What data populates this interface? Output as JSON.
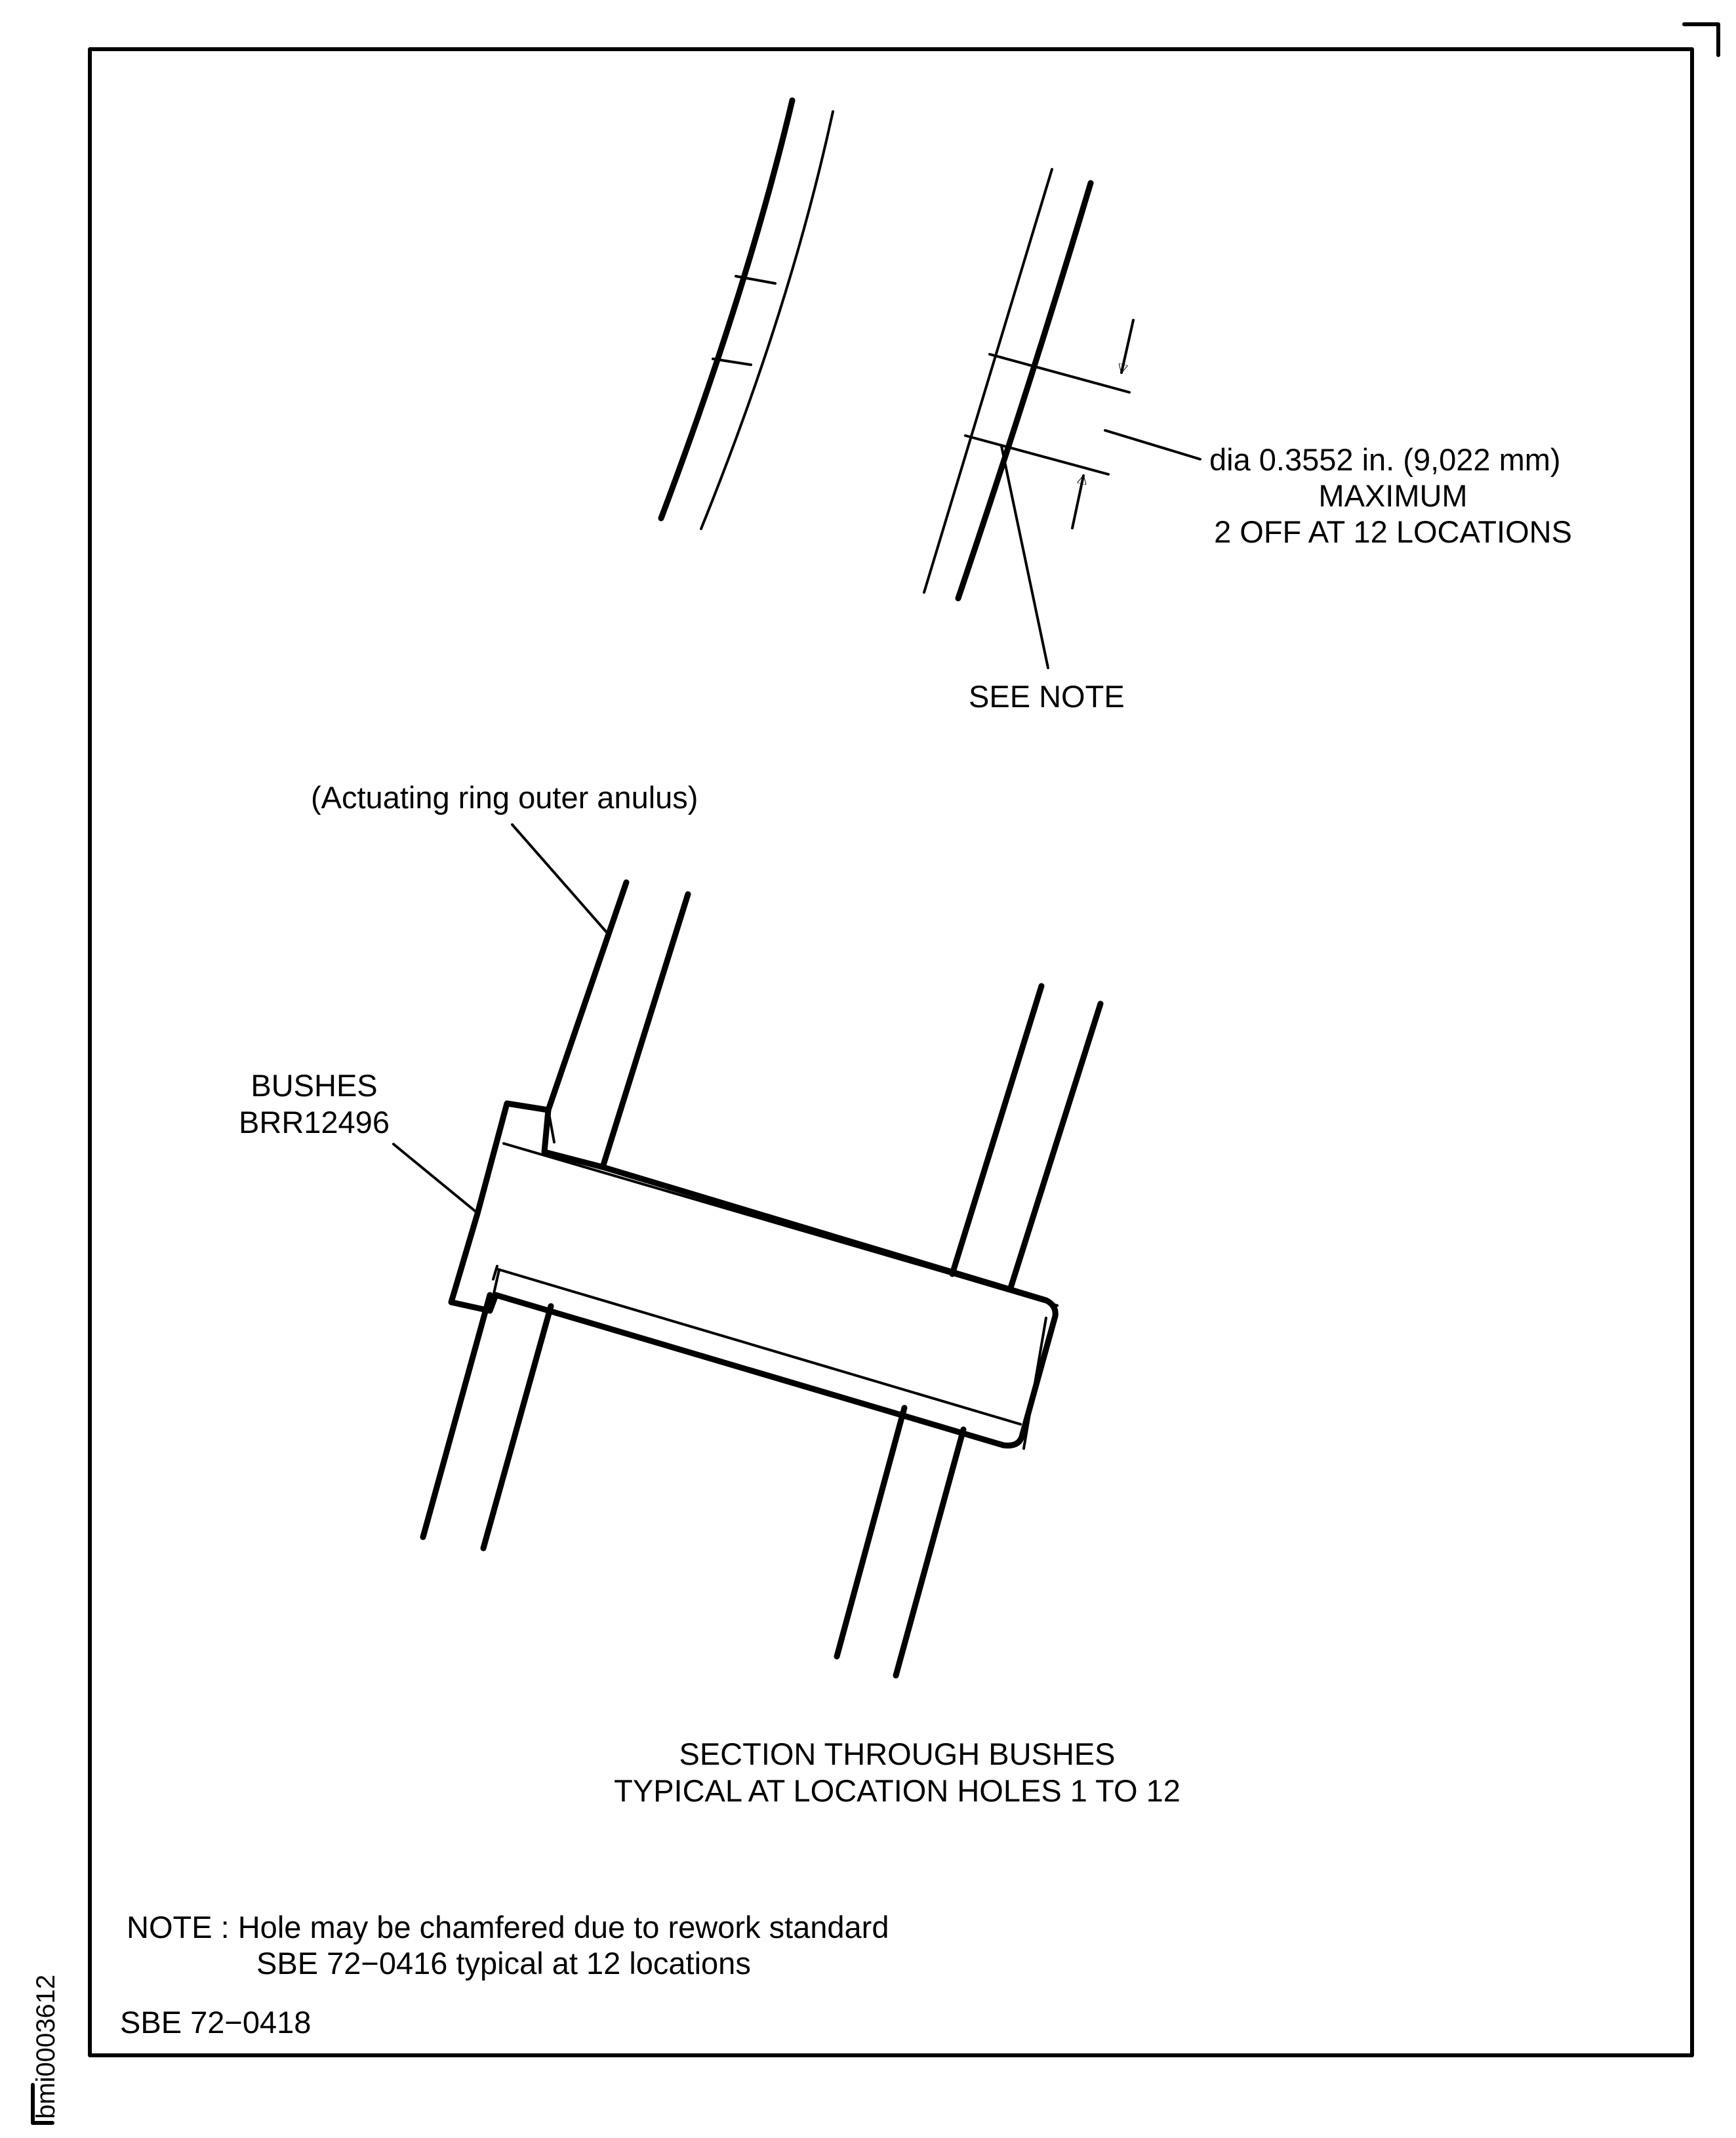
{
  "dimension": {
    "line1": "dia 0.3552 in. (9,022 mm)",
    "line2": "MAXIMUM",
    "line3": "2 OFF AT 12 LOCATIONS"
  },
  "see_note": "SEE NOTE",
  "anulus_label": "(Actuating ring outer anulus)",
  "bushes": {
    "line1": "BUSHES",
    "line2": "BRR12496"
  },
  "section_title": {
    "line1": "SECTION THROUGH BUSHES",
    "line2": "TYPICAL AT LOCATION HOLES 1 TO 12"
  },
  "note": {
    "line1": "NOTE : Hole may be chamfered due to rework standard",
    "line2": "SBE 72−0416 typical at 12 locations"
  },
  "doc_ref": "SBE 72−0418",
  "figure_id": "bmi0003612"
}
